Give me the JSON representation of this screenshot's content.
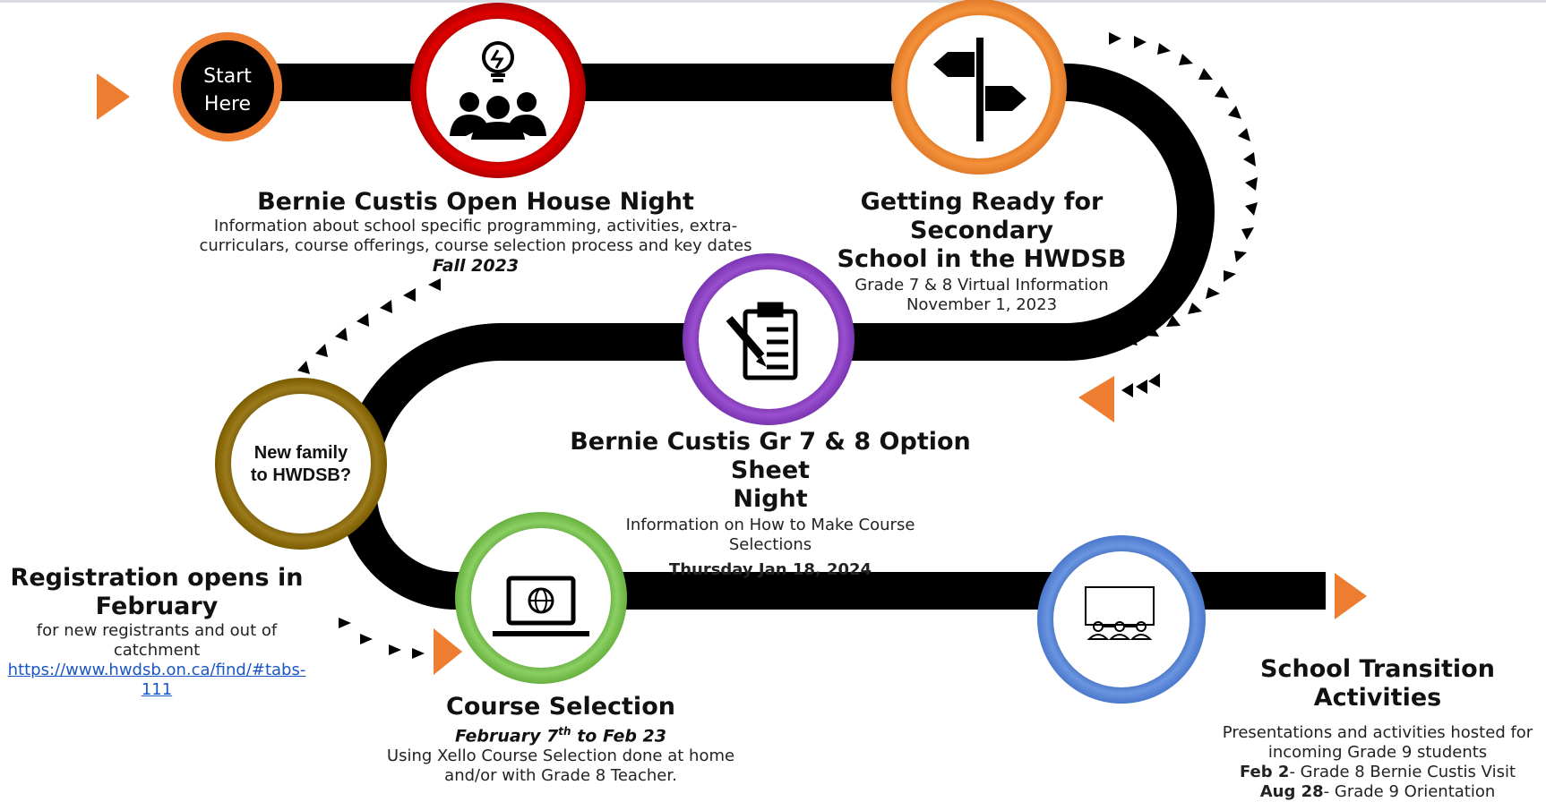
{
  "start": {
    "line1": "Start",
    "line2": "Here"
  },
  "new_family": {
    "line1": "New family",
    "line2": "to HWDSB?"
  },
  "open_house": {
    "title": "Bernie Custis Open House Night",
    "desc1": "Information about school specific programming, activities, extra-",
    "desc2": "curriculars, course offerings, course selection process and key dates",
    "date": "Fall 2023"
  },
  "getting_ready": {
    "title1": "Getting Ready for Secondary",
    "title2": "School in the HWDSB",
    "desc1": "Grade 7 & 8  Virtual Information",
    "desc2": "November 1, 2023"
  },
  "option_sheet": {
    "title1": "Bernie Custis Gr 7 & 8 Option Sheet",
    "title2": "Night",
    "desc1": "Information on How to Make Course",
    "desc2": "Selections",
    "date": "Thursday Jan 18, 2024"
  },
  "registration": {
    "title1": "Registration opens in",
    "title2": "February",
    "desc1": "for new registrants and out of",
    "desc2": "catchment",
    "link1": "https://www.hwdsb.on.ca/find/#tabs-",
    "link2": "111"
  },
  "course_selection": {
    "title": "Course Selection",
    "date_a": "February 7",
    "date_sup": "th",
    "date_b": " to Feb 23",
    "desc1": "Using Xello Course Selection done at home",
    "desc2": "and/or with Grade 8 Teacher."
  },
  "transition": {
    "title": "School Transition Activities",
    "desc1": "Presentations and activities hosted for",
    "desc2": "incoming Grade 9 students",
    "item1_bold": "Feb 2",
    "item1_rest": "- Grade 8 Bernie Custis Visit",
    "item2_bold": "Aug 28",
    "item2_rest": "- Grade 9 Orientation"
  },
  "colors": {
    "road": "#000000",
    "accent": "#ed7d31",
    "open_house_ring": "#c00000",
    "getting_ready_ring": "#ed7d31",
    "option_sheet_ring": "#7030a0",
    "new_family_ring": "#7f6000",
    "course_selection_ring": "#70ad47",
    "transition_ring": "#4472c4",
    "link": "#1a56c4"
  },
  "icons": [
    "play-arrow-icon",
    "lightbulb-people-icon",
    "signpost-icon",
    "clipboard-pen-icon",
    "laptop-globe-icon",
    "classroom-presentation-icon"
  ]
}
